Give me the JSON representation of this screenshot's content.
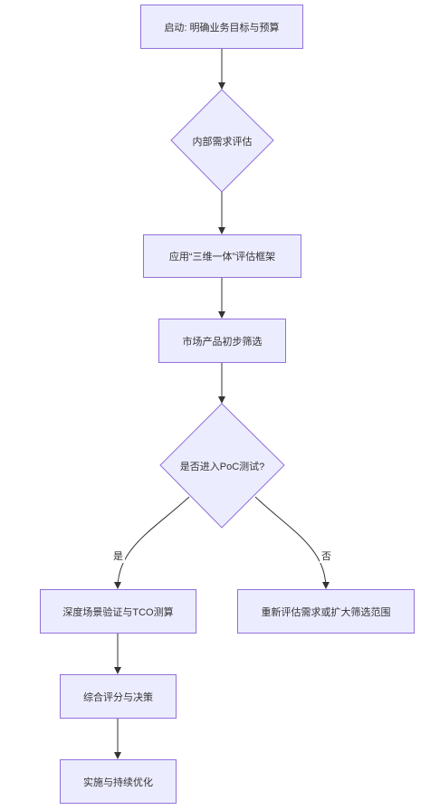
{
  "nodes": {
    "start": "启动: 明确业务目标与预算",
    "internal_needs": "内部需求评估",
    "framework": "应用“三维一体”评估框架",
    "screening": "市场产品初步筛选",
    "poc_decision": "是否进入PoC测试?",
    "deep_validation": "深度场景验证与TCO测算",
    "reevaluate": "重新评估需求或扩大筛选范围",
    "scoring": "综合评分与决策",
    "implement": "实施与持续优化"
  },
  "edge_labels": {
    "yes": "是",
    "no": "否"
  },
  "colors": {
    "node_fill": "#ececff",
    "node_border": "#9370db",
    "edge": "#333333",
    "text": "#333333"
  }
}
